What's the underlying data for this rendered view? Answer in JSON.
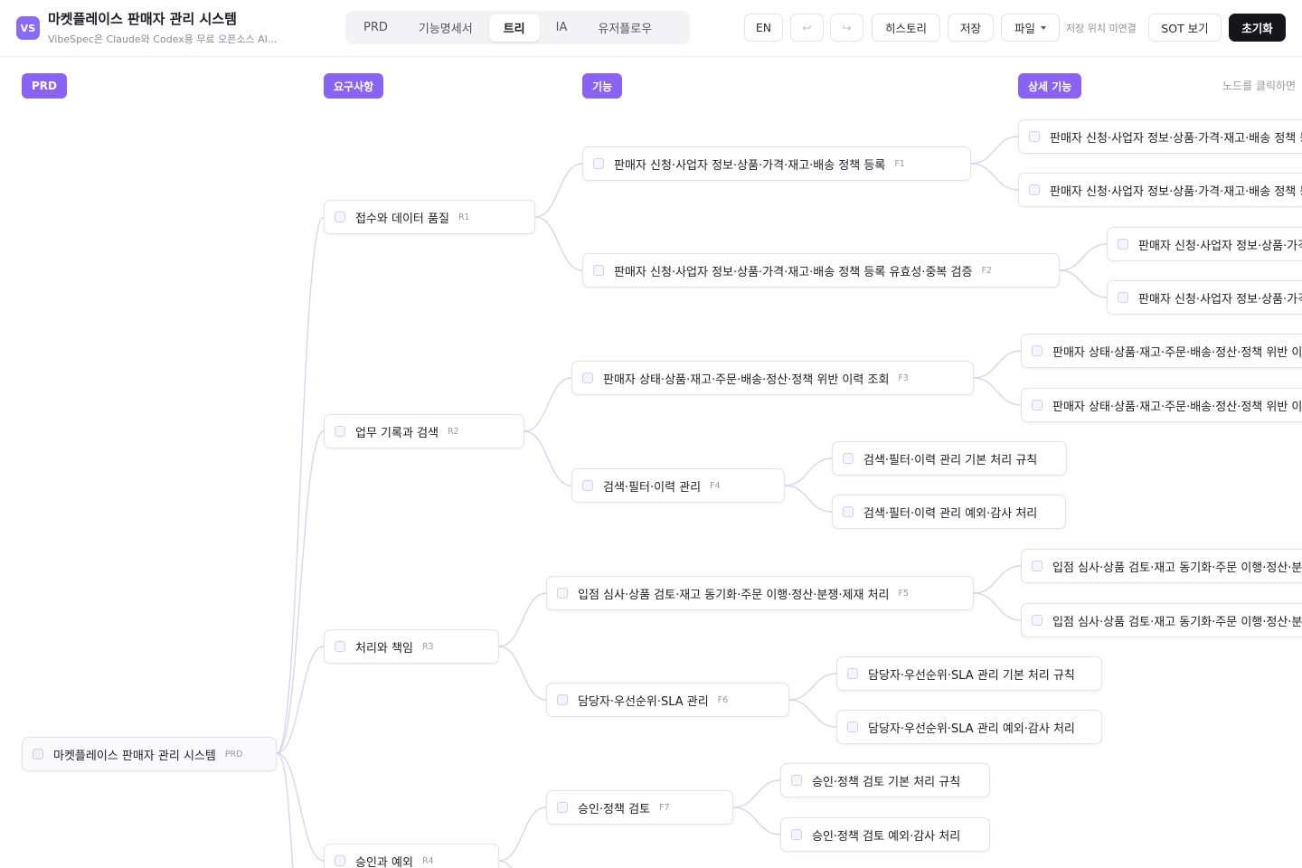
{
  "app": {
    "logo_text": "VS",
    "title": "마켓플레이스 판매자 관리 시스템",
    "subtitle": "VibeSpec은 Claude와 Codex용 무료 오픈소스 AI..."
  },
  "tabs": [
    {
      "label": "PRD",
      "active": false
    },
    {
      "label": "기능명세서",
      "active": false
    },
    {
      "label": "트리",
      "active": true
    },
    {
      "label": "IA",
      "active": false
    },
    {
      "label": "유저플로우",
      "active": false
    }
  ],
  "toolbar": {
    "lang": "EN",
    "undo_icon": "↩",
    "redo_icon": "↪",
    "history": "히스토리",
    "save": "저장",
    "file": "파일",
    "save_location": "저장 위치 미연결",
    "sot_view": "SOT 보기",
    "reset": "초기화"
  },
  "columns": {
    "prd": "PRD",
    "requirements": "요구사항",
    "features": "기능",
    "details": "상세 기능"
  },
  "hint": "노드를 클릭하면",
  "tree": {
    "root": {
      "label": "마켓플레이스 판매자 관리 시스템",
      "tag": "PRD"
    },
    "requirements": [
      {
        "label": "접수와 데이터 품질",
        "tag": "R1"
      },
      {
        "label": "업무 기록과 검색",
        "tag": "R2"
      },
      {
        "label": "처리와 책임",
        "tag": "R3"
      },
      {
        "label": "승인과 예외",
        "tag": "R4"
      }
    ],
    "features": [
      {
        "label": "판매자 신청·사업자 정보·상품·가격·재고·배송 정책 등록",
        "tag": "F1"
      },
      {
        "label": "판매자 신청·사업자 정보·상품·가격·재고·배송 정책 등록 유효성·중복 검증",
        "tag": "F2"
      },
      {
        "label": "판매자 상태·상품·재고·주문·배송·정산·정책 위반 이력 조회",
        "tag": "F3"
      },
      {
        "label": "검색·필터·이력 관리",
        "tag": "F4"
      },
      {
        "label": "입점 심사·상품 검토·재고 동기화·주문 이행·정산·분쟁·제재 처리",
        "tag": "F5"
      },
      {
        "label": "담당자·우선순위·SLA 관리",
        "tag": "F6"
      },
      {
        "label": "승인·정책 검토",
        "tag": "F7"
      }
    ],
    "details": [
      {
        "label": "판매자 신청·사업자 정보·상품·가격·재고·배송 정책 등록 기본 처리 규칙"
      },
      {
        "label": "판매자 신청·사업자 정보·상품·가격·재고·배송 정책 등록 예외·감사 처리"
      },
      {
        "label": "판매자 신청·사업자 정보·상품·가격·재고·배송 정책 등록 유효성·중복 검증 기본 처리 규칙"
      },
      {
        "label": "판매자 신청·사업자 정보·상품·가격·재고·배송 정책 등록 유효성·중복 검증 예외·감사 처리"
      },
      {
        "label": "판매자 상태·상품·재고·주문·배송·정산·정책 위반 이력 조회 기본 처리 규칙"
      },
      {
        "label": "판매자 상태·상품·재고·주문·배송·정산·정책 위반 이력 조회 예외·감사 처리"
      },
      {
        "label": "검색·필터·이력 관리 기본 처리 규칙"
      },
      {
        "label": "검색·필터·이력 관리 예외·감사 처리"
      },
      {
        "label": "입점 심사·상품 검토·재고 동기화·주문 이행·정산·분쟁·제재 처리 기본 처리 규칙"
      },
      {
        "label": "입점 심사·상품 검토·재고 동기화·주문 이행·정산·분쟁·제재 처리 예외·감사 처리"
      },
      {
        "label": "담당자·우선순위·SLA 관리 기본 처리 규칙"
      },
      {
        "label": "담당자·우선순위·SLA 관리 예외·감사 처리"
      },
      {
        "label": "승인·정책 검토 기본 처리 규칙"
      },
      {
        "label": "승인·정책 검토 예외·감사 처리"
      }
    ]
  }
}
